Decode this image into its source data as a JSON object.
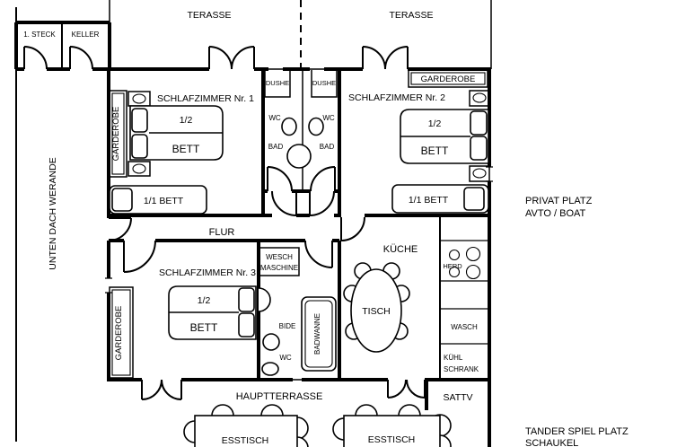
{
  "colors": {
    "line": "#000000",
    "background": "#ffffff"
  },
  "outside": {
    "terrace": "TERASSE",
    "veranda": "UNTEN DACH WERANDE",
    "privat_line1": "PRIVAT PLATZ",
    "privat_line2": "AVTO / BOAT",
    "spiel_line1": "TANDER SPIEL PLATZ",
    "spiel_line2": "SCHAUKEL"
  },
  "rooms": {
    "steck": "1. STECK",
    "keller": "KELLER",
    "bedroom1": "SCHLAFZIMMER Nr. 1",
    "bedroom2": "SCHLAFZIMMER Nr. 2",
    "bedroom3": "SCHLAFZIMMER Nr. 3",
    "hall": "FLUR",
    "kitchen": "KÜCHE",
    "main_terrace": "HAUPTTERRASSE",
    "sattv": "SATTV"
  },
  "fixtures": {
    "garderobe": "GARDEROBE",
    "dushe": "DUSHE",
    "wc": "WC",
    "bad": "BAD",
    "bide": "BIDE",
    "badwanne": "BADWANNE",
    "wesch_line1": "WESCH",
    "wesch_line2": "MASCHINE",
    "herd": "HERD",
    "wasch": "WASCH",
    "kuehl_line1": "KÜHL",
    "kuehl_line2": "SCHRANK",
    "tisch": "TISCH",
    "esstisch": "ESSTISCH",
    "bed_half": "1/2",
    "bett": "BETT",
    "single_bed": "1/1 BETT"
  }
}
